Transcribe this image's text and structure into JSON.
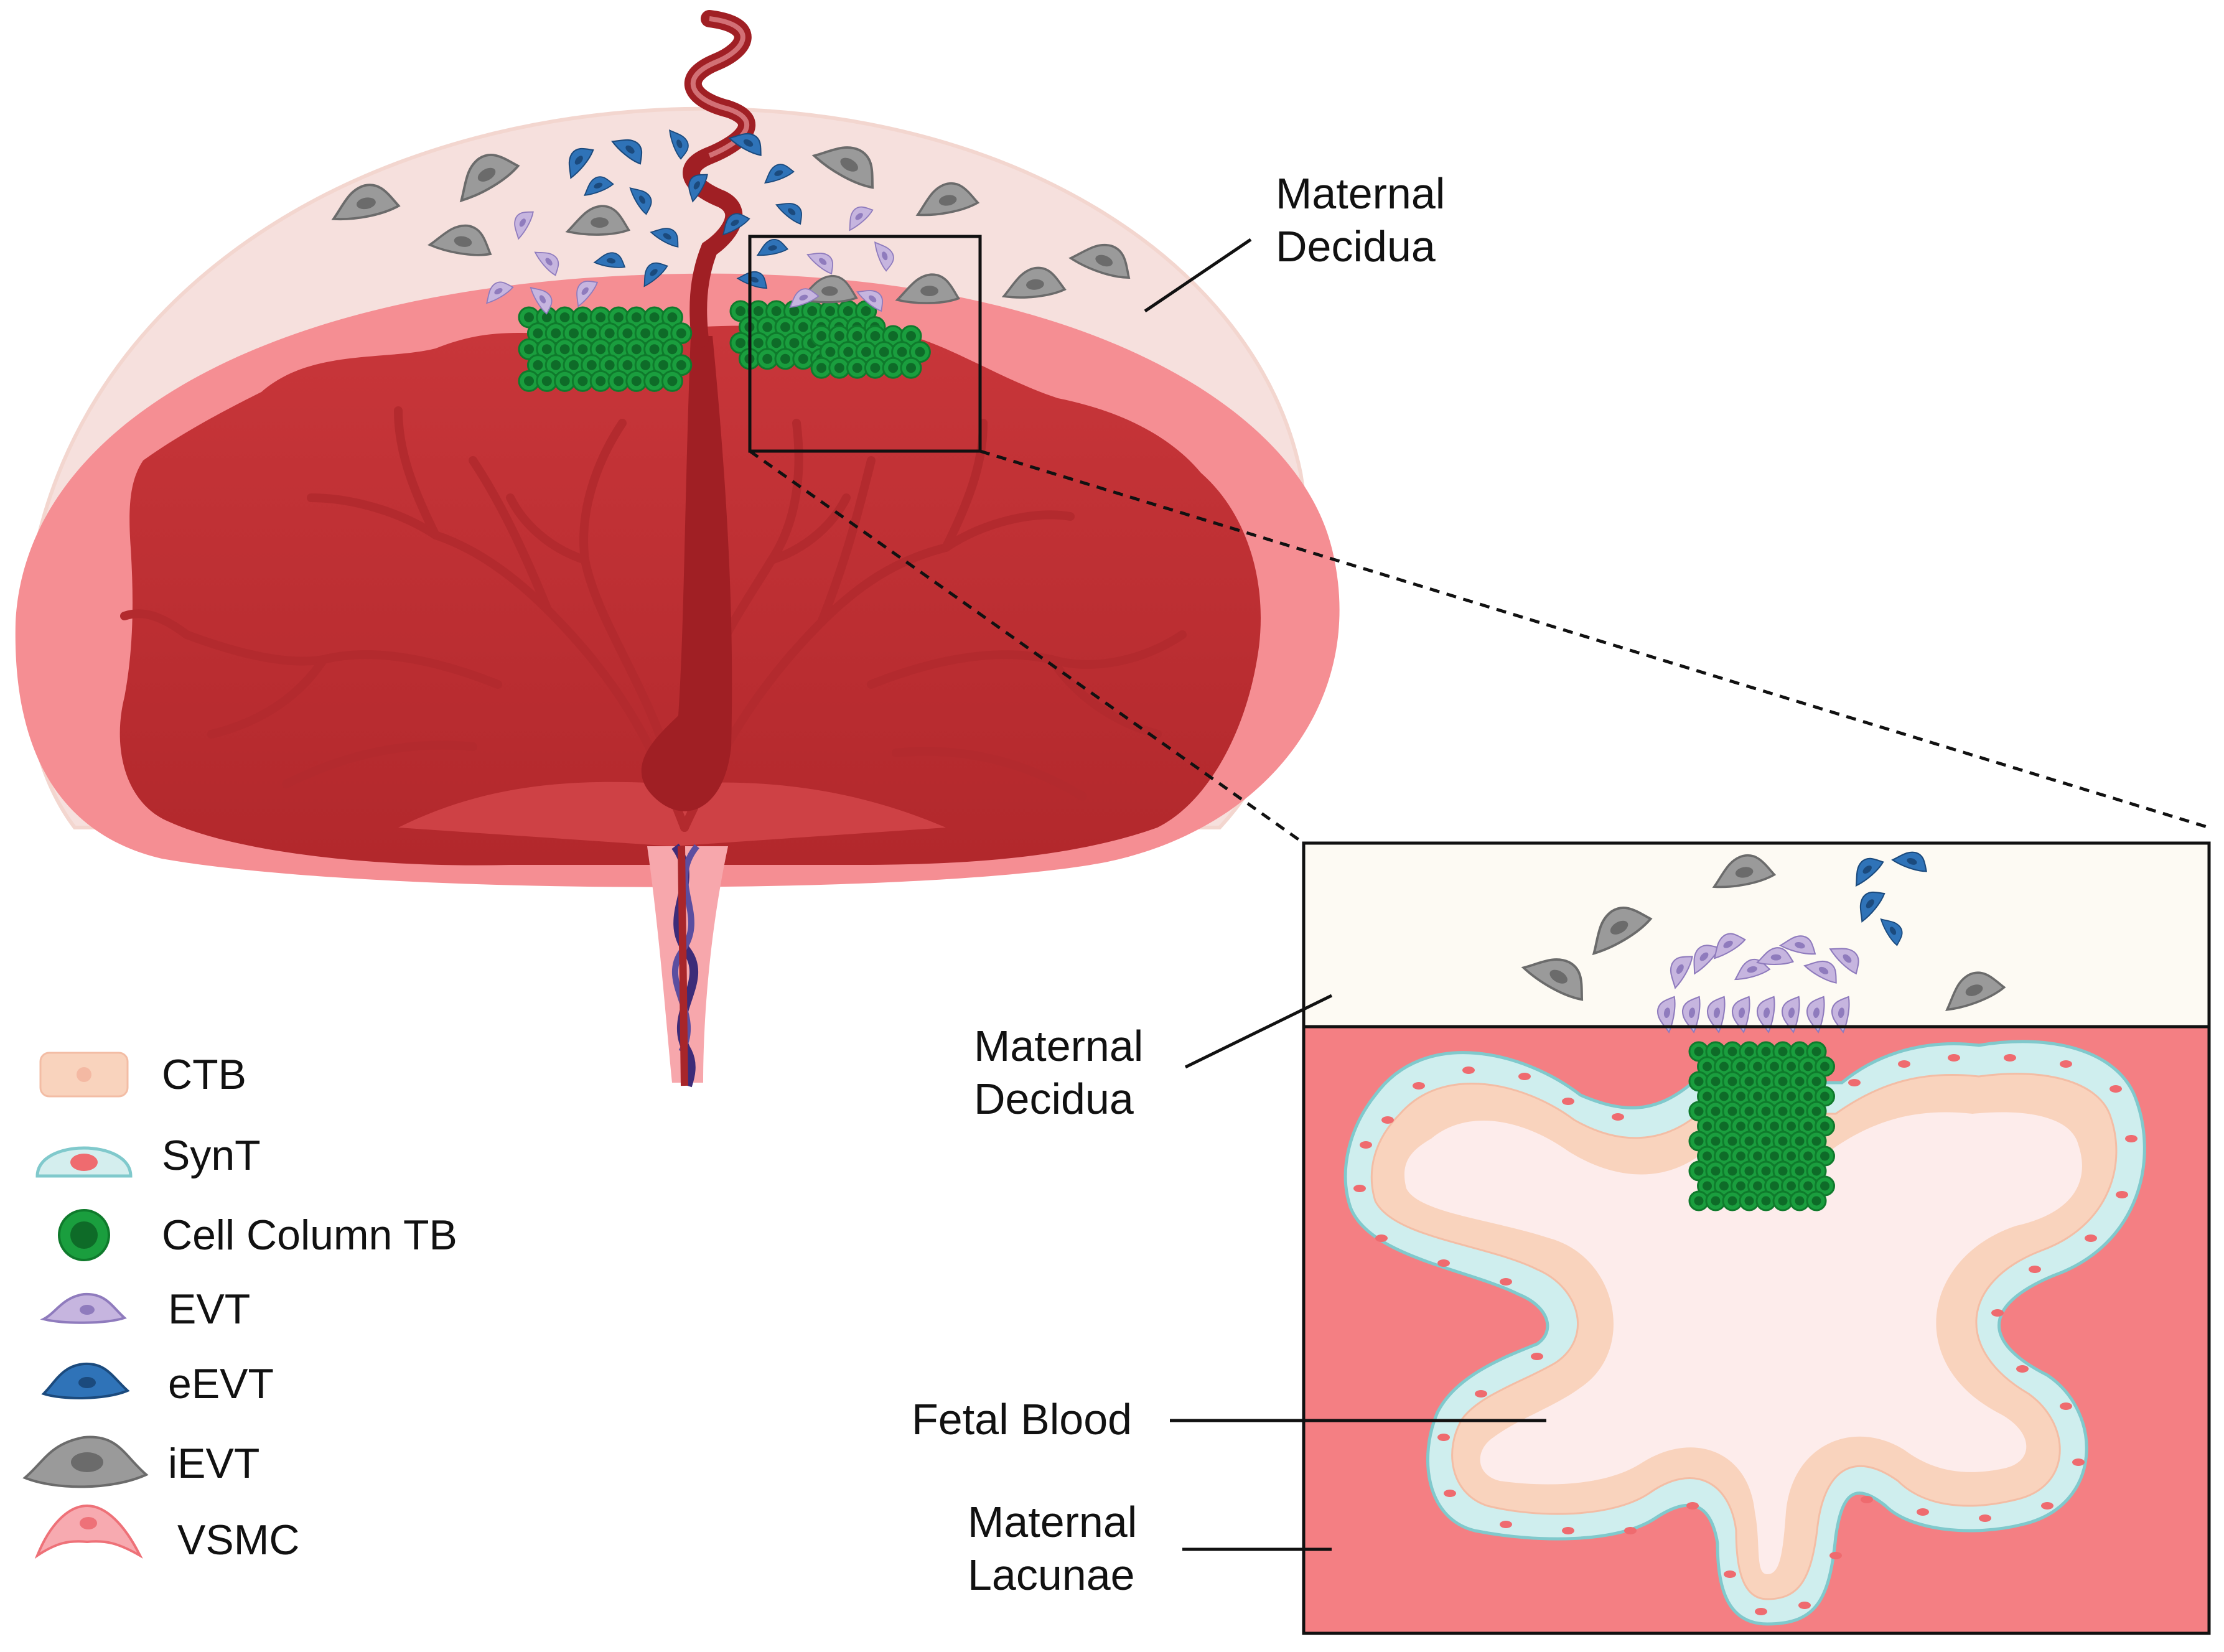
{
  "labels": {
    "maternal_decidua_top_line1": "Maternal",
    "maternal_decidua_top_line2": "Decidua",
    "maternal_decidua_inset_line1": "Maternal",
    "maternal_decidua_inset_line2": "Decidua",
    "fetal_blood": "Fetal Blood",
    "maternal_lacunae_line1": "Maternal",
    "maternal_lacunae_line2": "Lacunae"
  },
  "legend": [
    {
      "key": "ctb",
      "label": "CTB",
      "icon": "ctb-cell-icon",
      "fill": "#f9d3bd",
      "nucleus": "#f4b9a3"
    },
    {
      "key": "synt",
      "label": "SynT",
      "icon": "synt-cell-icon",
      "fill": "#d4eeee",
      "nucleus": "#ef6b6f"
    },
    {
      "key": "cell-column-tb",
      "label": "Cell Column TB",
      "icon": "cell-column-tb-icon",
      "fill": "#1a9e3e",
      "nucleus": "#0e6b28"
    },
    {
      "key": "evt",
      "label": "EVT",
      "icon": "evt-cell-icon",
      "fill": "#c6b5df",
      "nucleus": "#8f7bbd"
    },
    {
      "key": "eevt",
      "label": "eEVT",
      "icon": "eevt-cell-icon",
      "fill": "#2f73b8",
      "nucleus": "#1b4a7d"
    },
    {
      "key": "ievt",
      "label": "iEVT",
      "icon": "ievt-cell-icon",
      "fill": "#9a9a9a",
      "nucleus": "#6b6b6b"
    },
    {
      "key": "vsmc",
      "label": "VSMC",
      "icon": "vsmc-cell-icon",
      "fill": "#f7aab0",
      "nucleus": "#ee7178"
    }
  ],
  "colors": {
    "decidua": "#f6e0dd",
    "villous_bed": "#f58e93",
    "villous_core": "#c63135",
    "inset_decidua": "#fdfaf3",
    "inset_lacunae": "#f47f83",
    "fetal_blood": "#fdeceb"
  }
}
